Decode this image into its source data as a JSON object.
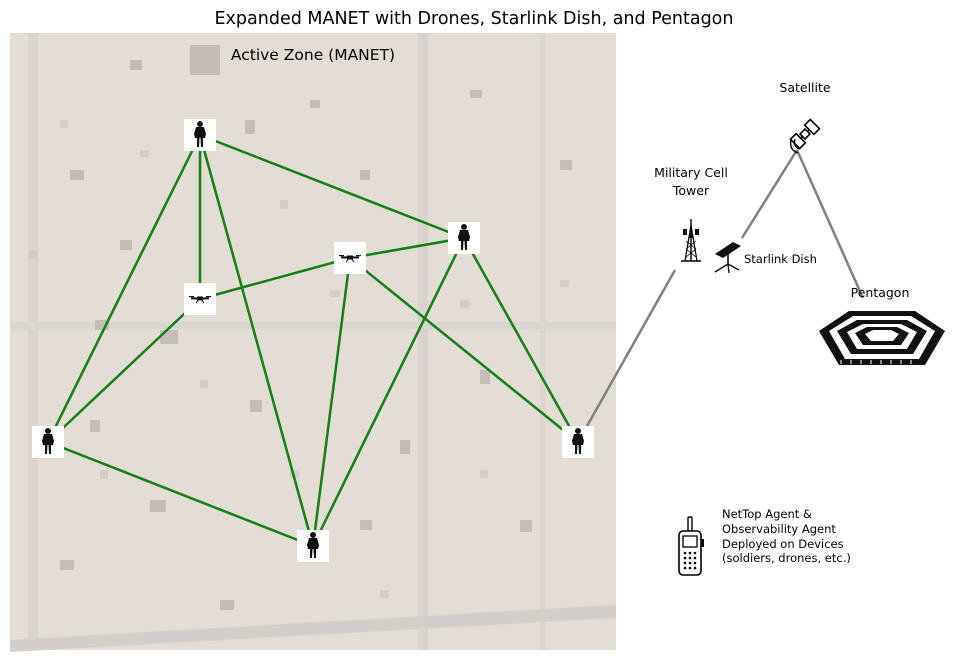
{
  "title": "Expanded MANET with Drones, Starlink Dish, and Pentagon",
  "zone": {
    "label": "Active Zone (MANET)"
  },
  "infrastructure": {
    "satellite": "Satellite",
    "cell_tower_line1": "Military Cell",
    "cell_tower_line2": "Tower",
    "starlink": "Starlink Dish",
    "pentagon": "Pentagon"
  },
  "legend": {
    "lines": [
      "NetTop Agent &",
      "Observability Agent",
      "Deployed on Devices",
      "(soldiers, drones, etc.)"
    ]
  },
  "nodes": [
    {
      "id": "s-top",
      "kind": "soldier"
    },
    {
      "id": "d-left",
      "kind": "drone"
    },
    {
      "id": "d-mid",
      "kind": "drone"
    },
    {
      "id": "s-right",
      "kind": "soldier"
    },
    {
      "id": "s-left",
      "kind": "soldier"
    },
    {
      "id": "s-bottom",
      "kind": "soldier"
    },
    {
      "id": "s-far-right",
      "kind": "soldier"
    }
  ],
  "mesh_links": [
    [
      "s-top",
      "d-left"
    ],
    [
      "s-top",
      "s-right"
    ],
    [
      "s-top",
      "s-left"
    ],
    [
      "s-top",
      "s-bottom"
    ],
    [
      "d-left",
      "d-mid"
    ],
    [
      "d-left",
      "s-left"
    ],
    [
      "d-mid",
      "s-right"
    ],
    [
      "d-mid",
      "s-bottom"
    ],
    [
      "d-mid",
      "s-far-right"
    ],
    [
      "s-right",
      "s-bottom"
    ],
    [
      "s-right",
      "s-far-right"
    ],
    [
      "s-left",
      "s-bottom"
    ]
  ],
  "backhaul_links": [
    [
      "s-far-right",
      "tower"
    ],
    [
      "starlink",
      "satellite"
    ],
    [
      "satellite",
      "pentagon"
    ]
  ],
  "colors": {
    "mesh": "#128012",
    "backhaul": "#808080",
    "ground": "#e3ddd6",
    "text": "#000000"
  }
}
